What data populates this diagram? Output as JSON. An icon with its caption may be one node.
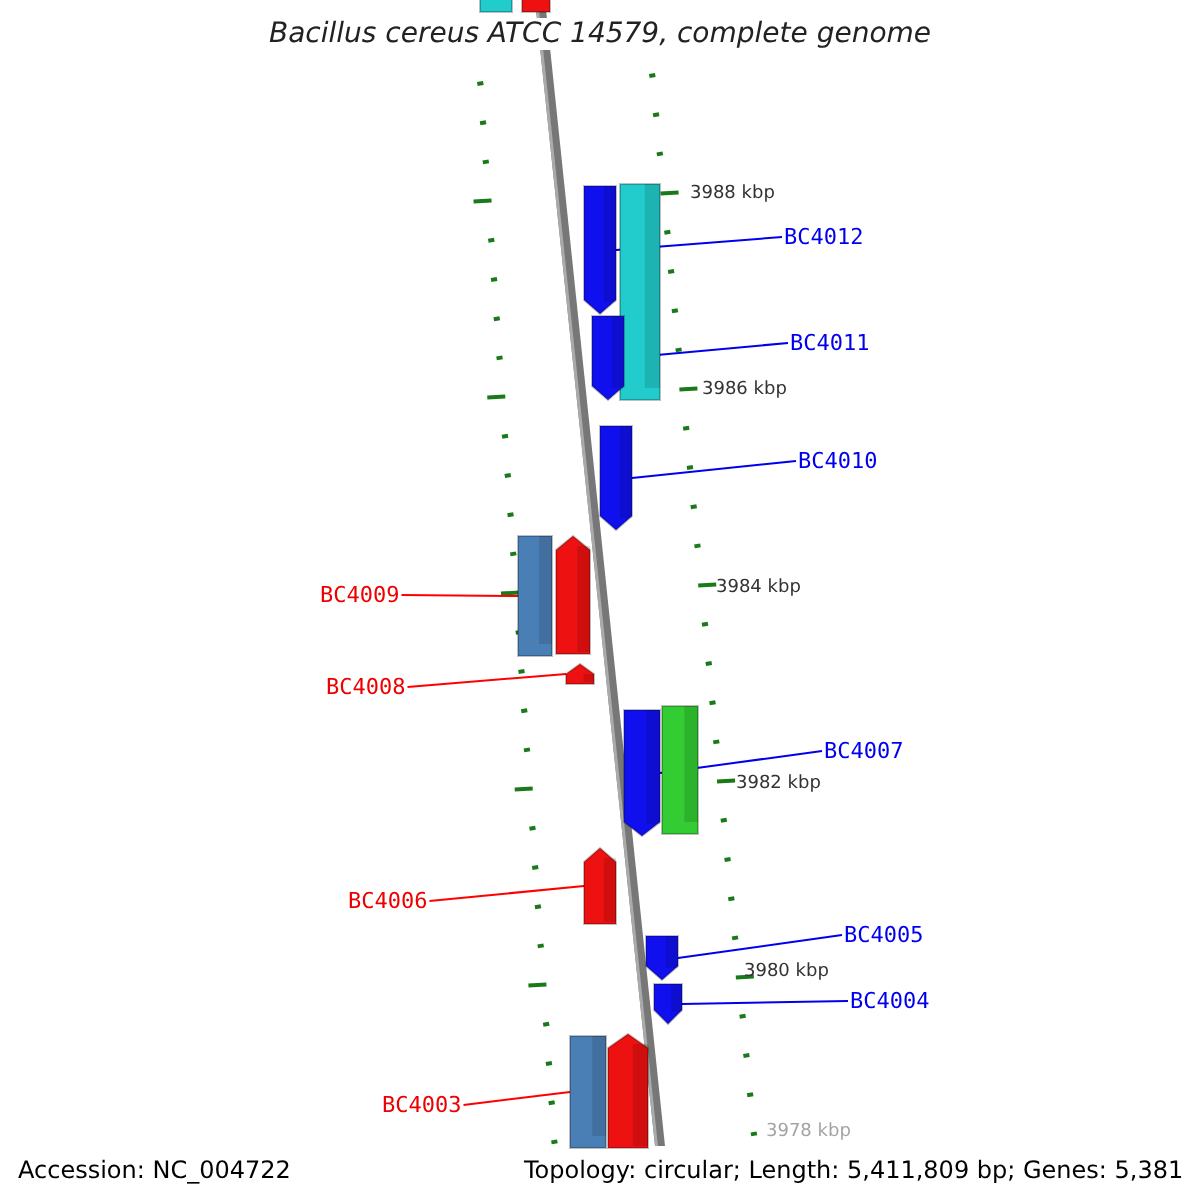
{
  "diagram": {
    "title": "Bacillus cereus ATCC 14579, complete genome",
    "nodes": [
      {
        "text": [],
        "shape": "bar"
      },
      {
        "text": [],
        "shape": "bar"
      },
      {
        "text": [],
        "shape": "bar"
      },
      {
        "text": [],
        "shape": "bar"
      },
      {
        "text": [
          "BC4012"
        ]
      },
      {
        "text": [],
        "shape": "bar"
      },
      {
        "text": [
          "BC4011"
        ]
      },
      {
        "text": [],
        "shape": "bar"
      },
      {
        "text": [
          "BC4010"
        ]
      },
      {
        "text": [
          "BC4009"
        ]
      },
      {
        "text": [],
        "shape": "bar"
      },
      {
        "text": [],
        "shape": "bar"
      },
      {
        "text": [
          "BC4008"
        ]
      },
      {
        "text": [],
        "shape": "bar"
      },
      {
        "text": [],
        "shape": "bar"
      },
      {
        "text": [],
        "shape": "bar"
      },
      {
        "text": [
          "BC4007"
        ]
      },
      {
        "text": [
          "BC4006"
        ]
      },
      {
        "text": [],
        "shape": "bar"
      },
      {
        "text": [],
        "shape": "bar"
      },
      {
        "text": [
          "BC4005"
        ]
      },
      {
        "text": [],
        "shape": "bar"
      },
      {
        "text": [
          "BC4004"
        ]
      },
      {
        "text": [
          "BC4003"
        ]
      },
      {
        "text": [],
        "shape": "bar"
      },
      {
        "text": [],
        "shape": "bar"
      }
    ],
    "edges": [
      {
        "from": 4,
        "to": 2,
        "arrow": "none"
      },
      {
        "from": 6,
        "to": 5,
        "arrow": "none"
      },
      {
        "from": 8,
        "to": 7,
        "arrow": "none"
      },
      {
        "from": 9,
        "to": 10,
        "arrow": "none",
        "color": "#ff0000"
      },
      {
        "from": 12,
        "to": 13,
        "arrow": "none",
        "color": "#ff0000"
      },
      {
        "from": 16,
        "to": 14,
        "arrow": "none"
      },
      {
        "from": 17,
        "to": 18,
        "arrow": "none",
        "color": "#ff0000"
      },
      {
        "from": 20,
        "to": 19,
        "arrow": "none"
      },
      {
        "from": 22,
        "to": 21,
        "arrow": "none"
      },
      {
        "from": 23,
        "to": 24,
        "arrow": "none",
        "color": "#ff0000"
      }
    ],
    "labels": [
      "3988 kbp",
      "3986 kbp",
      "3984 kbp",
      "3982 kbp",
      "3980 kbp",
      "3978 kbp",
      "Accession: NC_004722",
      "Topology: circular; Length: 5,411,809 bp; Genes: 5,381"
    ]
  }
}
